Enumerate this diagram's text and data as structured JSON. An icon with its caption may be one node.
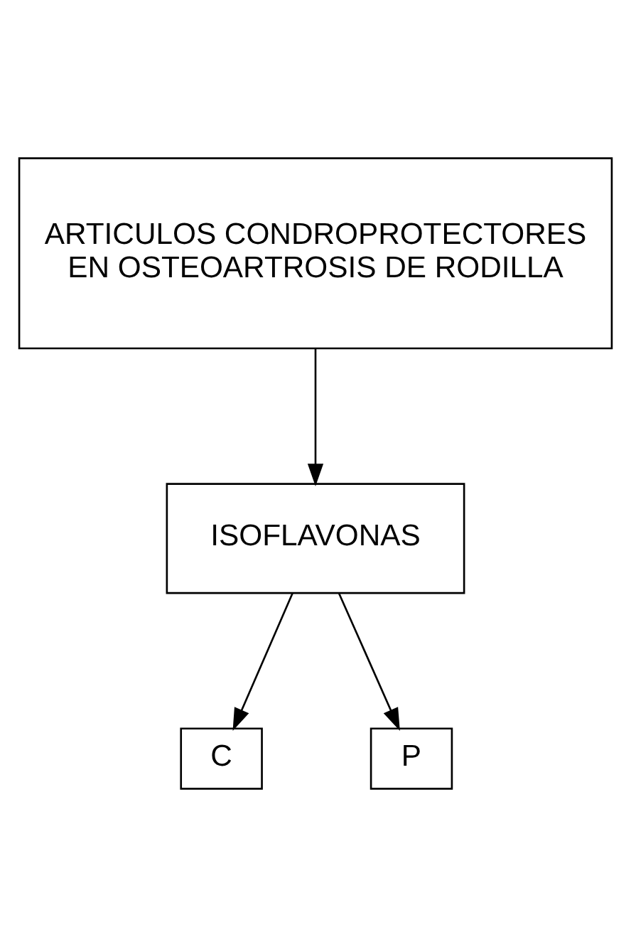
{
  "diagram": {
    "nodes": [
      {
        "text": [
          "ARTICULOS CONDROPROTECTORES EN OSTEOARTROSIS DE RODILLA"
        ]
      },
      {
        "text": [
          "ISOFLAVONAS"
        ]
      },
      {
        "text": [
          "C"
        ]
      },
      {
        "text": [
          "P"
        ]
      }
    ],
    "edges": [
      {
        "from": 0,
        "to": 1,
        "arrow": "to"
      },
      {
        "from": 1,
        "to": 2,
        "arrow": "to"
      },
      {
        "from": 1,
        "to": 3,
        "arrow": "to"
      }
    ]
  }
}
